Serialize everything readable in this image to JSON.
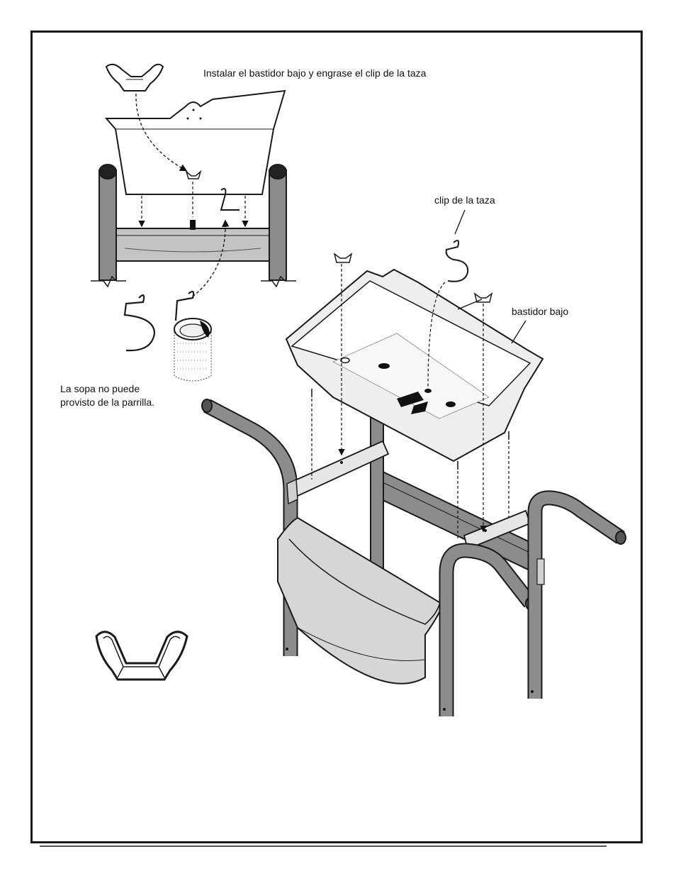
{
  "labels": {
    "title": "Instalar el bastidor bajo y engrase el clip de la taza",
    "cup_clip": "clip de la taza",
    "lower_frame": "bastidor bajo",
    "note_line1": "La sopa no puede",
    "note_line2": "provisto de la parrilla."
  },
  "colors": {
    "tube": "#8c8c8c",
    "tray": "#e6e6e6",
    "line": "#1a1a1a",
    "dark": "#111111"
  },
  "icons": {
    "wing_nut": "wing-nut-icon",
    "cup_clip": "cup-clip-icon",
    "grease_cup": "grease-cup-icon"
  }
}
